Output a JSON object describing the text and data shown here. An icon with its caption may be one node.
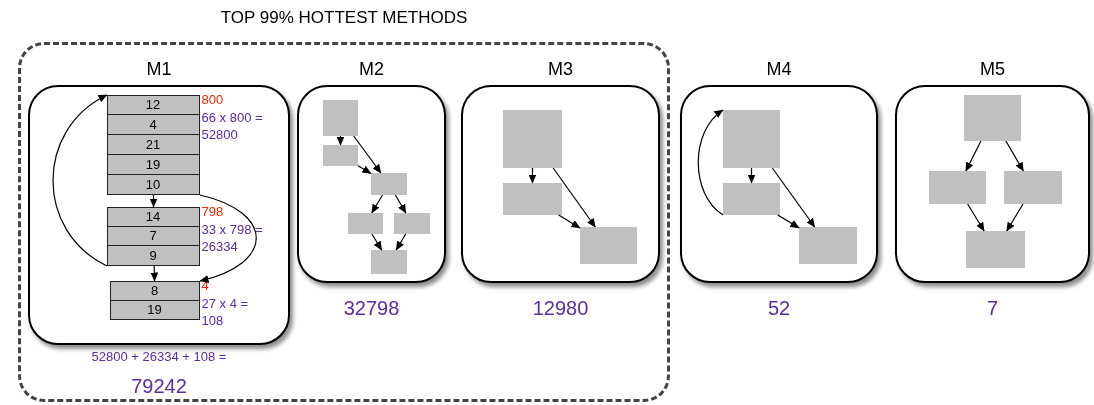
{
  "diagram": {
    "nodes": [
      {
        "text": [
          "TOP 99% HOTTEST METHODS"
        ]
      },
      {
        "text": [
          "M1"
        ],
        "in": 0,
        "beside": [
          "52800 + 26334 + 108 =",
          "79242"
        ]
      },
      {
        "text": [
          "12",
          "4",
          "21",
          "19",
          "10"
        ],
        "in": 1,
        "beside": [
          "800",
          "66 x 800 = 52800"
        ]
      },
      {
        "text": [
          "14",
          "7",
          "9"
        ],
        "in": 1,
        "beside": [
          "798",
          "33 x 798 = 26334"
        ]
      },
      {
        "text": [
          "8",
          "19"
        ],
        "in": 1,
        "beside": [
          "4",
          "27 x 4 = 108"
        ]
      },
      {
        "text": [
          "M2"
        ],
        "in": 0,
        "beside": [
          "32798"
        ]
      },
      {
        "text": [],
        "shape": "box",
        "in": 5
      },
      {
        "text": [],
        "shape": "box",
        "in": 5
      },
      {
        "text": [],
        "shape": "box",
        "in": 5
      },
      {
        "text": [],
        "shape": "box",
        "in": 5
      },
      {
        "text": [],
        "shape": "box",
        "in": 5
      },
      {
        "text": [],
        "shape": "box",
        "in": 5
      },
      {
        "text": [
          "M3"
        ],
        "in": 0,
        "beside": [
          "12980"
        ]
      },
      {
        "text": [],
        "shape": "box",
        "in": 12
      },
      {
        "text": [],
        "shape": "box",
        "in": 12
      },
      {
        "text": [],
        "shape": "box",
        "in": 12
      },
      {
        "text": [
          "M4"
        ],
        "beside": [
          "52"
        ]
      },
      {
        "text": [],
        "shape": "box",
        "in": 16
      },
      {
        "text": [],
        "shape": "box",
        "in": 16
      },
      {
        "text": [],
        "shape": "box",
        "in": 16
      },
      {
        "text": [
          "M5"
        ],
        "beside": [
          "7"
        ]
      },
      {
        "text": [],
        "shape": "box",
        "in": 20
      },
      {
        "text": [],
        "shape": "box",
        "in": 20
      },
      {
        "text": [],
        "shape": "box",
        "in": 20
      },
      {
        "text": [],
        "shape": "box",
        "in": 20
      }
    ],
    "edges": [
      {
        "from": 2,
        "to": 3,
        "arrow": "to"
      },
      {
        "from": 3,
        "to": 4,
        "arrow": "to"
      },
      {
        "from": 2,
        "to": 4,
        "arrow": "to"
      },
      {
        "from": 3,
        "to": 2,
        "arrow": "to"
      },
      {
        "from": 6,
        "to": 7,
        "arrow": "to"
      },
      {
        "from": 6,
        "to": 8,
        "arrow": "to"
      },
      {
        "from": 7,
        "to": 8,
        "arrow": "to"
      },
      {
        "from": 8,
        "to": 9,
        "arrow": "to"
      },
      {
        "from": 8,
        "to": 10,
        "arrow": "to"
      },
      {
        "from": 9,
        "to": 11,
        "arrow": "to"
      },
      {
        "from": 10,
        "to": 11,
        "arrow": "to"
      },
      {
        "from": 13,
        "to": 14,
        "arrow": "to"
      },
      {
        "from": 13,
        "to": 15,
        "arrow": "to"
      },
      {
        "from": 14,
        "to": 15,
        "arrow": "to"
      },
      {
        "from": 17,
        "to": 18,
        "arrow": "to"
      },
      {
        "from": 17,
        "to": 19,
        "arrow": "to"
      },
      {
        "from": 18,
        "to": 19,
        "arrow": "to"
      },
      {
        "from": 18,
        "to": 17,
        "arrow": "to"
      },
      {
        "from": 21,
        "to": 22,
        "arrow": "to"
      },
      {
        "from": 21,
        "to": 23,
        "arrow": "to"
      },
      {
        "from": 22,
        "to": 24,
        "arrow": "to"
      },
      {
        "from": 23,
        "to": 24,
        "arrow": "to"
      }
    ]
  }
}
